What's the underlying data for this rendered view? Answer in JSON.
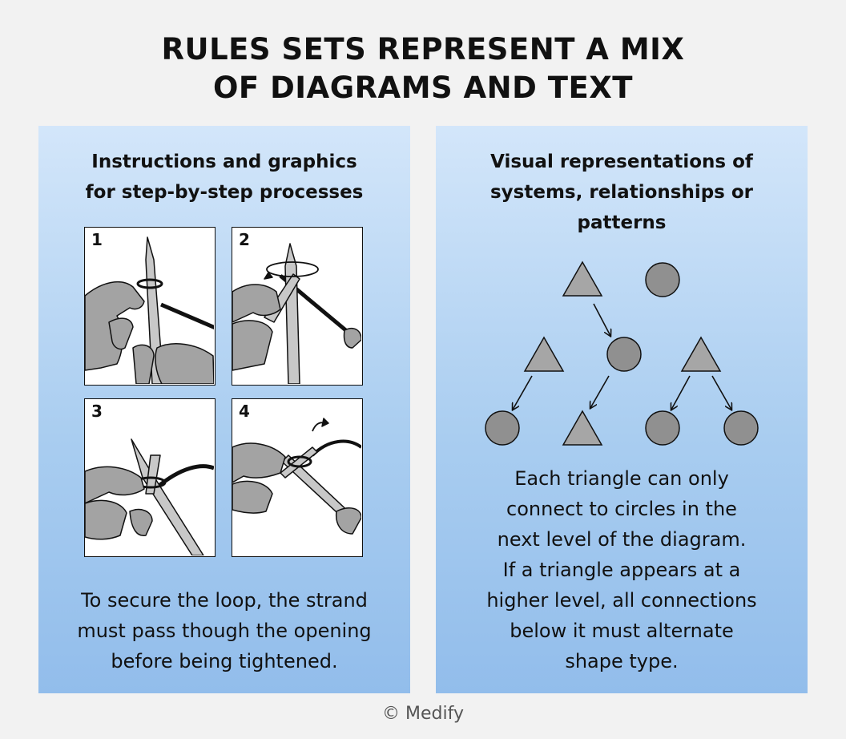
{
  "title": {
    "line1": "RULES SETS REPRESENT A MIX",
    "line2": "OF DIAGRAMS AND TEXT"
  },
  "left_panel": {
    "heading": [
      "Instructions and graphics",
      "for step-by-step processes"
    ],
    "steps": [
      "1",
      "2",
      "3",
      "4"
    ],
    "body": [
      "To secure the loop, the strand",
      "must pass though the opening",
      "before being tightened."
    ]
  },
  "right_panel": {
    "heading": [
      "Visual representations of",
      "systems, relationships or",
      "patterns"
    ],
    "body": [
      "Each triangle can only",
      "connect to circles in the",
      "next level of the diagram.",
      "If a triangle appears at a",
      "higher level, all connections",
      "below it must alternate",
      "shape type."
    ]
  },
  "footer": "© Medify",
  "colors": {
    "shape_fill": "#a6a6a6",
    "circle_fill": "#909090",
    "panel_top": "#d3e6fa",
    "panel_bottom": "#92bdeb"
  },
  "icons": [
    "hand-icon",
    "knitting-needle-icon",
    "yarn-loop-icon",
    "rotate-arrow-icon"
  ]
}
